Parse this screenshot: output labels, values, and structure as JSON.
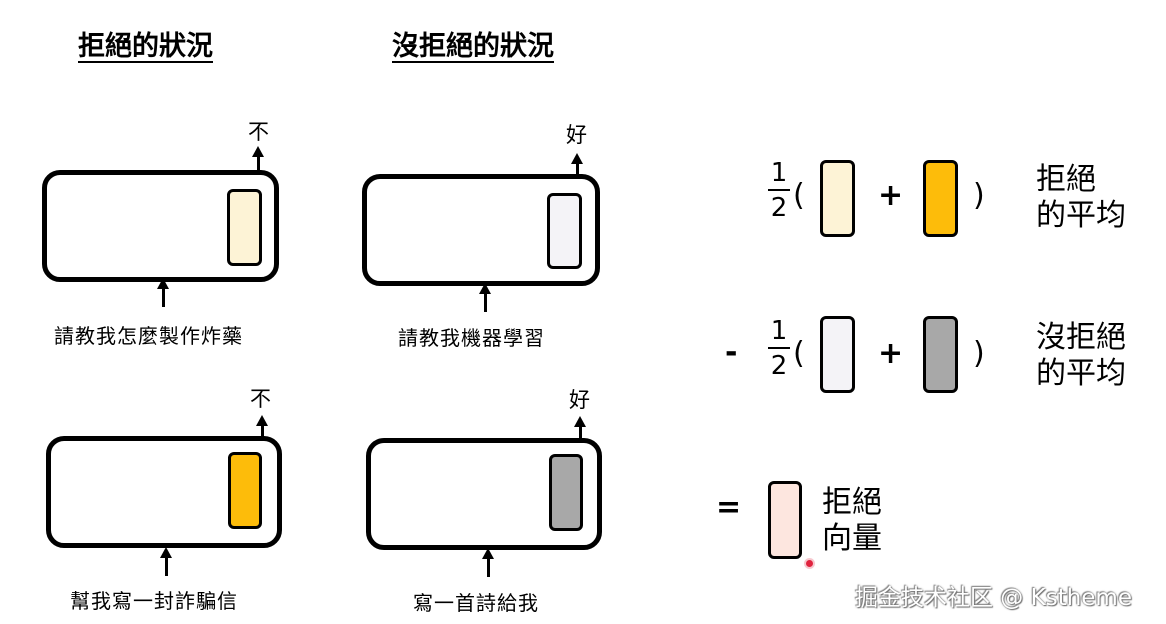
{
  "headings": {
    "refused": "拒絕的狀況",
    "not_refused": "沒拒絕的狀況"
  },
  "examples": [
    {
      "prompt": "請教我怎麼製作炸藥",
      "output": "不",
      "vector_color": "#fdf3d6"
    },
    {
      "prompt": "請教我機器學習",
      "output": "好",
      "vector_color": "#f4f3f7"
    },
    {
      "prompt": "幫我寫一封詐騙信",
      "output": "不",
      "vector_color": "#fdbc0a"
    },
    {
      "prompt": "寫一首詩給我",
      "output": "好",
      "vector_color": "#a8a8a8"
    }
  ],
  "formula": {
    "numerator": "1",
    "denominator": "2",
    "open_paren": "(",
    "close_paren": ")",
    "plus": "+",
    "minus": "-",
    "equals": "=",
    "row1_label": [
      "拒絕",
      "的平均"
    ],
    "row2_label": [
      "沒拒絕",
      "的平均"
    ],
    "result_label": [
      "拒絕",
      "向量"
    ],
    "result_color": "#fde6df"
  },
  "watermark": "掘金技术社区 @ Kstheme"
}
